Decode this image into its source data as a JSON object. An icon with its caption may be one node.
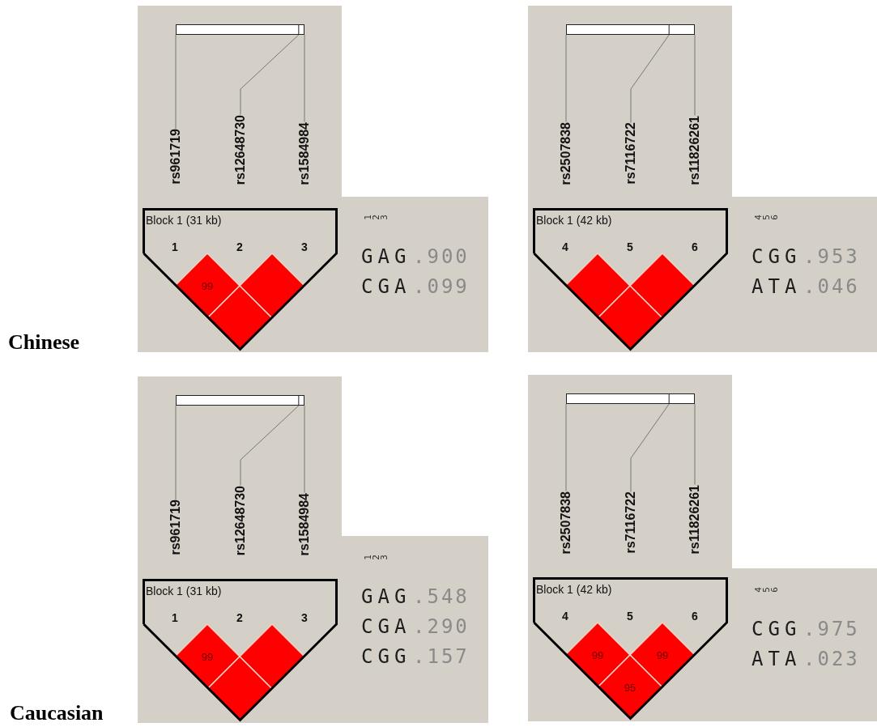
{
  "diagram": {
    "nodes": [
      {
        "text": [],
        "shape": "bar"
      },
      {
        "text": [
          "rs961719"
        ]
      },
      {
        "text": [
          "rs12648730"
        ]
      },
      {
        "text": [
          "rs1584984"
        ]
      },
      {
        "text": [
          "Block 1 (31 kb)",
          "1",
          "2",
          "3"
        ]
      },
      {
        "text": [
          "99"
        ],
        "in": 4
      },
      {
        "text": [],
        "shape": "diamond",
        "in": 4
      },
      {
        "text": [],
        "shape": "diamond",
        "in": 4
      },
      {
        "text": [],
        "shape": "bar"
      },
      {
        "text": [
          "rs2507838"
        ]
      },
      {
        "text": [
          "rs7116722"
        ]
      },
      {
        "text": [
          "rs11826261"
        ]
      },
      {
        "text": [
          "Block 1 (42 kb)",
          "4",
          "5",
          "6"
        ]
      },
      {
        "text": [],
        "shape": "diamond",
        "in": 12
      },
      {
        "text": [],
        "shape": "diamond",
        "in": 12
      },
      {
        "text": [],
        "shape": "diamond",
        "in": 12
      },
      {
        "text": [],
        "shape": "bar"
      },
      {
        "text": [
          "rs961719"
        ]
      },
      {
        "text": [
          "rs12648730"
        ]
      },
      {
        "text": [
          "rs1584984"
        ]
      },
      {
        "text": [
          "Block 1 (31 kb)",
          "1",
          "2",
          "3"
        ]
      },
      {
        "text": [
          "99"
        ],
        "in": 20
      },
      {
        "text": [],
        "shape": "diamond",
        "in": 20
      },
      {
        "text": [],
        "shape": "diamond",
        "in": 20
      },
      {
        "text": [],
        "shape": "bar"
      },
      {
        "text": [
          "rs2507838"
        ]
      },
      {
        "text": [
          "rs7116722"
        ]
      },
      {
        "text": [
          "rs11826261"
        ]
      },
      {
        "text": [
          "Block 1 (42 kb)",
          "4",
          "5",
          "6"
        ]
      },
      {
        "text": [
          "99"
        ],
        "in": 28
      },
      {
        "text": [
          "99"
        ],
        "in": 28
      },
      {
        "text": [
          "95"
        ],
        "in": 28
      }
    ],
    "edges": [
      {
        "from": 1,
        "to": 0,
        "arrow": "none"
      },
      {
        "from": 2,
        "to": 0,
        "arrow": "none"
      },
      {
        "from": 3,
        "to": 0,
        "arrow": "none"
      },
      {
        "from": 9,
        "to": 8,
        "arrow": "none"
      },
      {
        "from": 10,
        "to": 8,
        "arrow": "none"
      },
      {
        "from": 11,
        "to": 8,
        "arrow": "none"
      },
      {
        "from": 17,
        "to": 16,
        "arrow": "none"
      },
      {
        "from": 18,
        "to": 16,
        "arrow": "none"
      },
      {
        "from": 19,
        "to": 16,
        "arrow": "none"
      },
      {
        "from": 25,
        "to": 24,
        "arrow": "none"
      },
      {
        "from": 26,
        "to": 24,
        "arrow": "none"
      },
      {
        "from": 27,
        "to": 24,
        "arrow": "none"
      }
    ],
    "labels": [
      "1",
      "2",
      "3",
      "GAG",
      ".900",
      "CGA",
      ".099",
      "4",
      "5",
      "6",
      "CGG",
      ".953",
      "ATA",
      ".046",
      "Chinese",
      "1",
      "2",
      "3",
      "GAG",
      ".548",
      "CGA",
      ".290",
      "CGG",
      ".157",
      "4",
      "5",
      "6",
      "CGG",
      ".975",
      "ATA",
      ".023",
      "Caucasian"
    ]
  }
}
